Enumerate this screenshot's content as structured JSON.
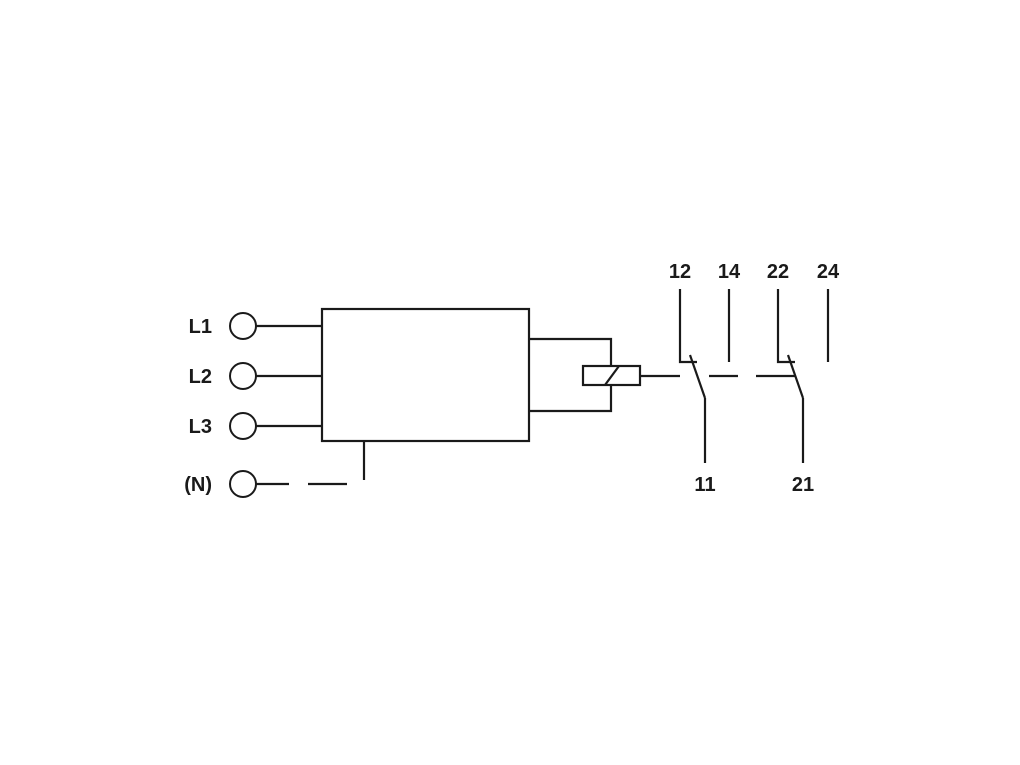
{
  "diagram": {
    "terminals": [
      {
        "id": "L1",
        "label": "L1"
      },
      {
        "id": "L2",
        "label": "L2"
      },
      {
        "id": "L3",
        "label": "L3"
      },
      {
        "id": "N",
        "label": "(N)"
      }
    ],
    "contacts": [
      {
        "id": "c1",
        "nc_label": "12",
        "no_label": "14",
        "common_label": "11"
      },
      {
        "id": "c2",
        "nc_label": "22",
        "no_label": "24",
        "common_label": "21"
      }
    ],
    "colors": {
      "line": "#1a1a1a",
      "background": "#ffffff"
    }
  }
}
